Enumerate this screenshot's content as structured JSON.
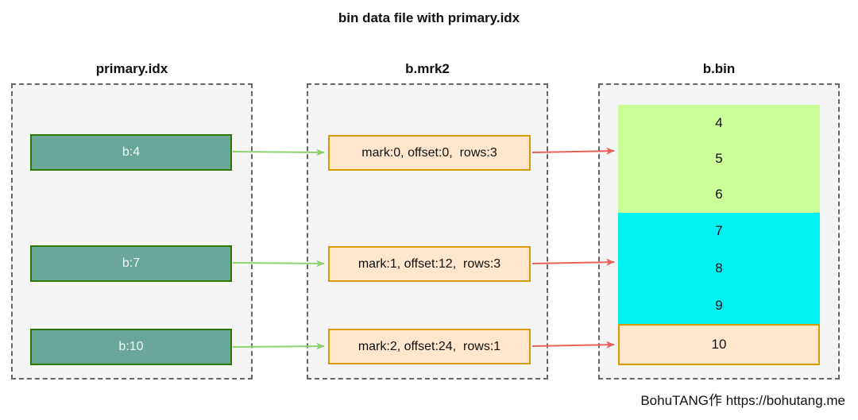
{
  "title": "bin data file with primary.idx",
  "watermark": "BohuTANG作 https://bohutang.me",
  "columns": {
    "primary_idx": {
      "label": "primary.idx",
      "items": [
        {
          "label": "b:4"
        },
        {
          "label": "b:7"
        },
        {
          "label": "b:10"
        }
      ]
    },
    "mrk2": {
      "label": "b.mrk2",
      "items": [
        {
          "label": "mark:0, offset:0,  rows:3"
        },
        {
          "label": "mark:1, offset:12,  rows:3"
        },
        {
          "label": "mark:2, offset:24,  rows:1"
        }
      ]
    },
    "bin": {
      "label": "b.bin",
      "blocks": [
        {
          "color": "#ccff99",
          "values": [
            "4",
            "5",
            "6"
          ]
        },
        {
          "color": "#00f2f2",
          "values": [
            "7",
            "8",
            "9"
          ]
        },
        {
          "color": "#ffe6cc",
          "values": [
            "10"
          ]
        }
      ]
    }
  },
  "colors": {
    "panel_fill": "#f5f5f5",
    "panel_border": "#666666",
    "index_box_fill": "#68a79a",
    "index_box_border": "#2d7600",
    "mark_box_fill": "#ffe6cc",
    "mark_box_border": "#d79b00",
    "arrow_green": "#8fd06f",
    "arrow_red": "#e8625d"
  }
}
